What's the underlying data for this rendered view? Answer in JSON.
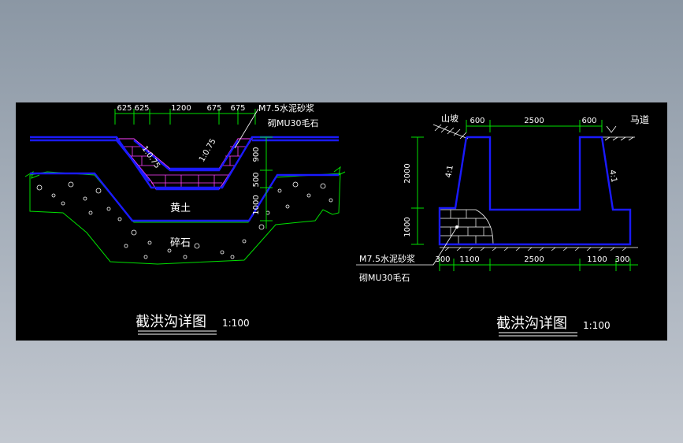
{
  "left_drawing": {
    "dims_top": [
      "625",
      "625",
      "1200",
      "675",
      "675"
    ],
    "note_line1": "M7.5水泥砂浆",
    "note_line2": "砌MU30毛石",
    "slope_left": "1:0.75",
    "slope_right": "1:0.75",
    "dims_right": [
      "900",
      "500",
      "1000"
    ],
    "label_soil": "黄土",
    "label_gravel": "碎石",
    "title": "截洪沟详图",
    "scale": "1:100"
  },
  "right_drawing": {
    "label_hillside": "山坡",
    "label_road": "马道",
    "dims_top": [
      "600",
      "2500",
      "600"
    ],
    "dims_left": [
      "2000",
      "1000"
    ],
    "slope_left": "4:1",
    "slope_right": "4:1",
    "dims_bottom": [
      "300",
      "1100",
      "2500",
      "1100",
      "300"
    ],
    "note_line1": "M7.5水泥砂浆",
    "note_line2": "砌MU30毛石",
    "title": "截洪沟详图",
    "scale": "1:100"
  },
  "colors": {
    "background": "#000000",
    "structure": "#1a1aff",
    "ground": "#00e000",
    "masonry": "#ff40ff",
    "text": "#ffffff",
    "page": "#a9b2bd"
  }
}
